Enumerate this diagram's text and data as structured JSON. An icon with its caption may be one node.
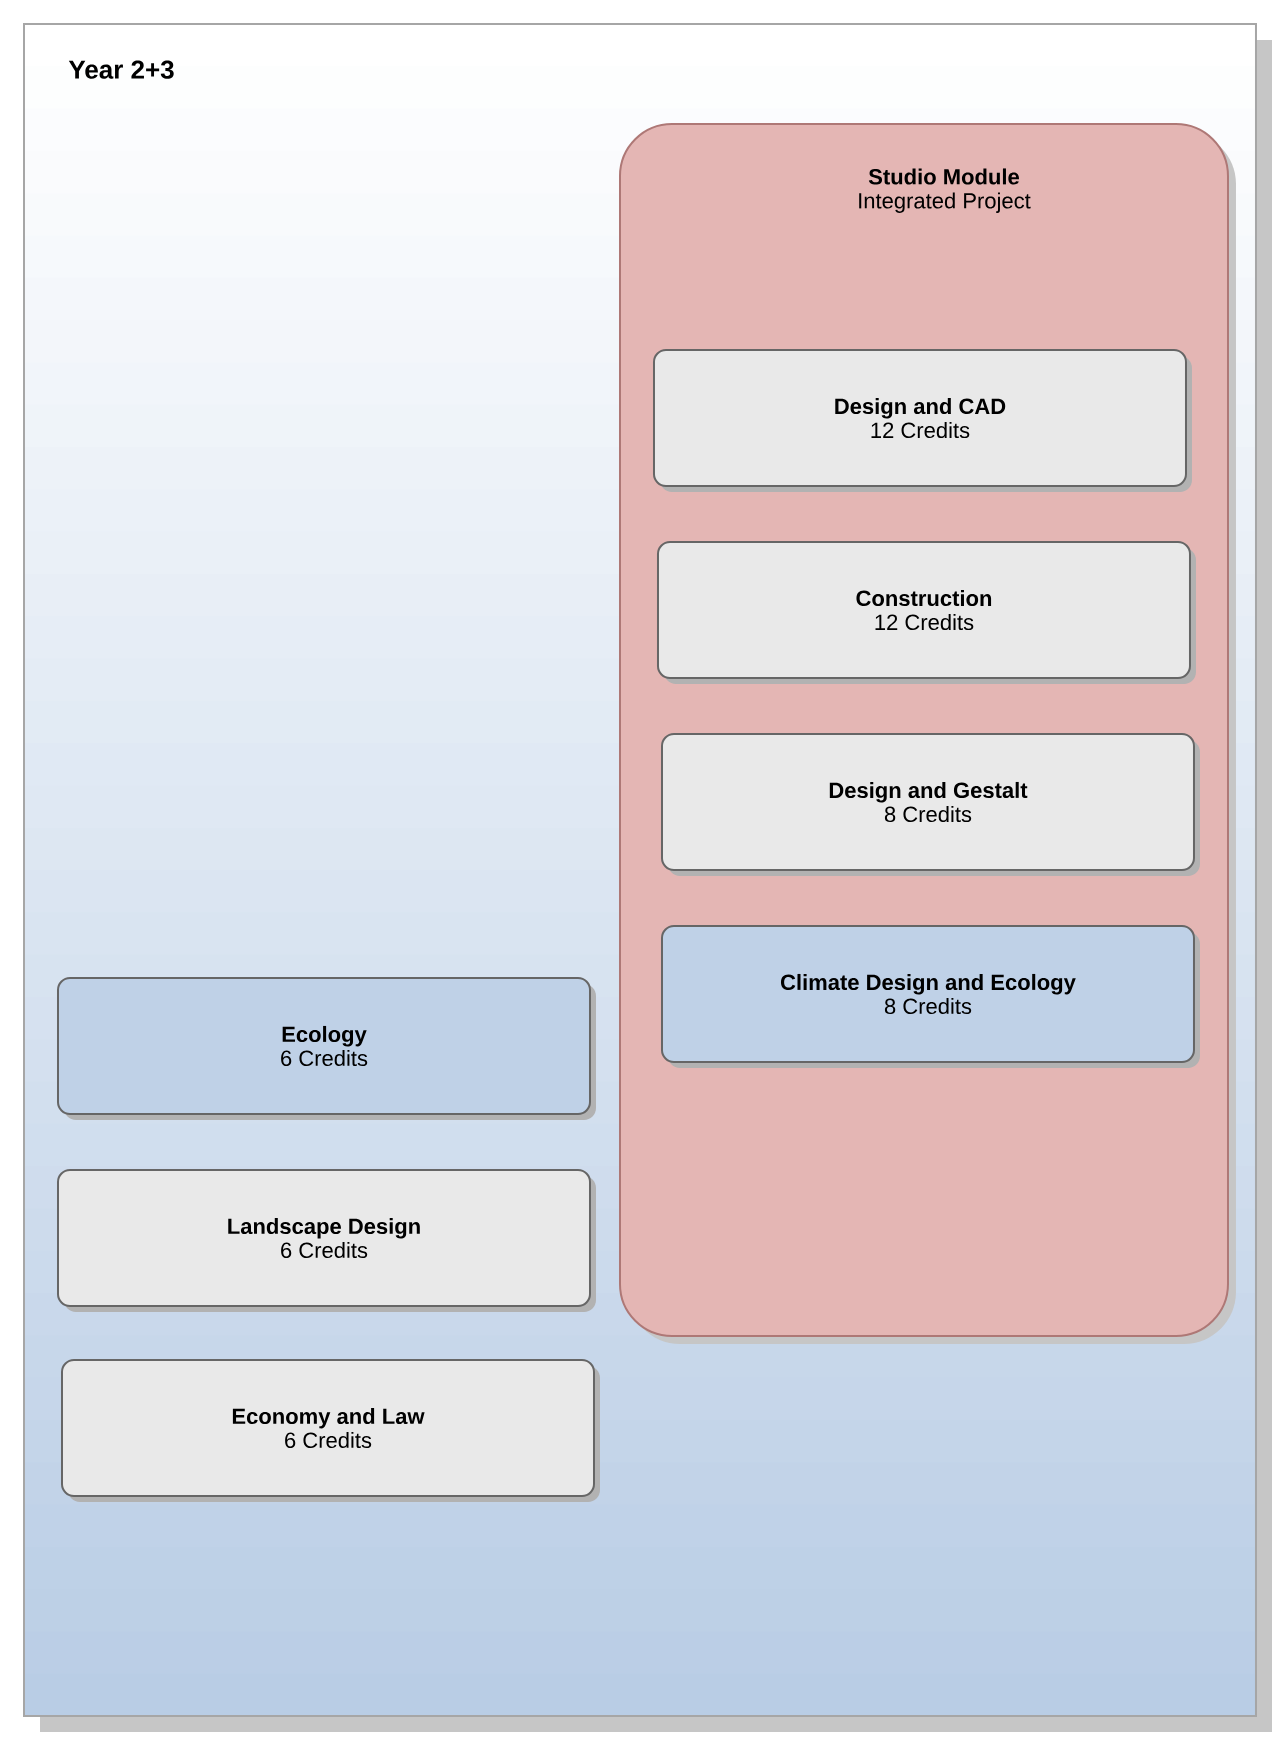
{
  "diagram": {
    "nodes": [
      {
        "text": [
          "Year 2+3"
        ]
      },
      {
        "text": [
          "Studio Module",
          "Integrated Project"
        ],
        "in": 0
      },
      {
        "text": [
          "Design and CAD",
          "12 Credits"
        ],
        "in": 1
      },
      {
        "text": [
          "Construction",
          "12 Credits"
        ],
        "in": 1
      },
      {
        "text": [
          "Design and Gestalt",
          "8 Credits"
        ],
        "in": 1
      },
      {
        "text": [
          "Climate Design and Ecology",
          "8 Credits"
        ],
        "in": 1
      },
      {
        "text": [
          "Ecology",
          "6 Credits"
        ],
        "in": 0
      },
      {
        "text": [
          "Landscape Design",
          "6 Credits"
        ],
        "in": 0
      },
      {
        "text": [
          "Economy and Law",
          "6 Credits"
        ],
        "in": 0
      }
    ],
    "edges": []
  }
}
